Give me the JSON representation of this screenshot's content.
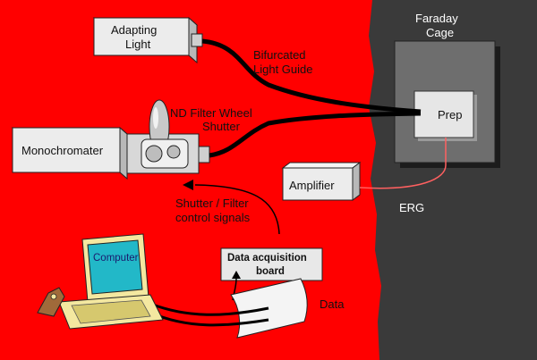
{
  "labels": {
    "faraday_cage_line1": "Faraday",
    "faraday_cage_line2": "Cage",
    "adapting_light_line1": "Adapting",
    "adapting_light_line2": "Light",
    "bifurcated_line1": "Bifurcated",
    "bifurcated_line2": "Light Guide",
    "nd_filter_wheel": "ND Filter Wheel",
    "shutter": "Shutter",
    "monochromater": "Monochromater",
    "prep": "Prep",
    "amplifier": "Amplifier",
    "erg": "ERG",
    "control_line1": "Shutter / Filter",
    "control_line2": "control signals",
    "computer": "Computer",
    "daq_line1": "Data acquisition",
    "daq_line2": "board",
    "data": "Data"
  },
  "colors": {
    "lab_bg": "#ff0000",
    "cage_bg": "#3a3a3a",
    "cage_box": "#6e6e6e",
    "prep_box": "#e6e6e6",
    "device_face": "#ececec",
    "device_side": "#b8b8b8",
    "laptop_screen": "#22b8c8",
    "laptop_body": "#f4e8a0",
    "erg_wire": "#ff6060"
  }
}
